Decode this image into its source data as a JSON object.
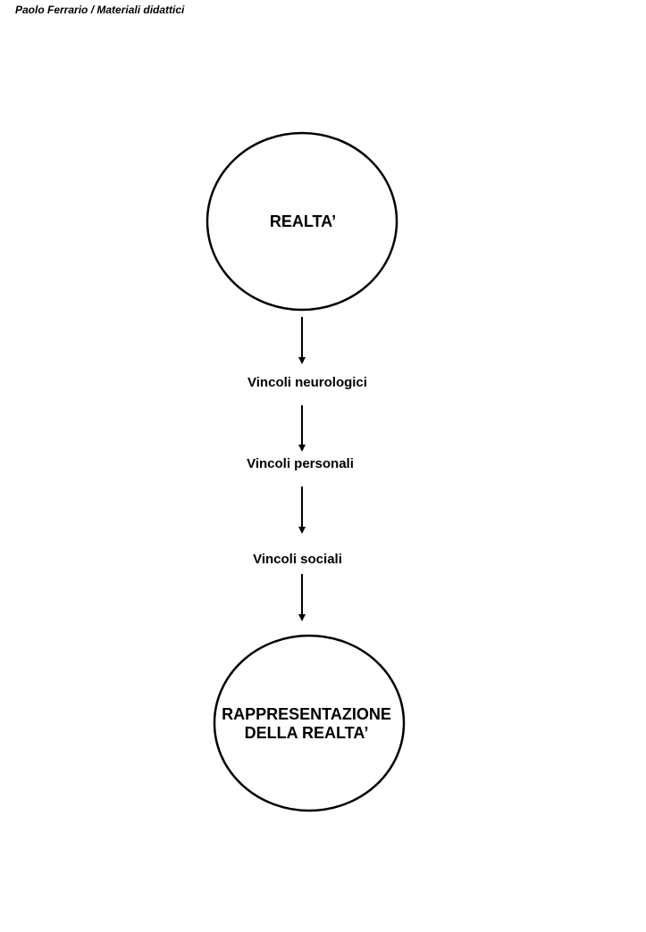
{
  "header": "Paolo Ferrario / Materiali didattici",
  "diagram": {
    "top_node": "REALTA’",
    "steps": [
      "Vincoli neurologici",
      "Vincoli personali",
      "Vincoli sociali"
    ],
    "bottom_node_line1": "RAPPRESENTAZIONE",
    "bottom_node_line2": "DELLA REALTA’"
  }
}
